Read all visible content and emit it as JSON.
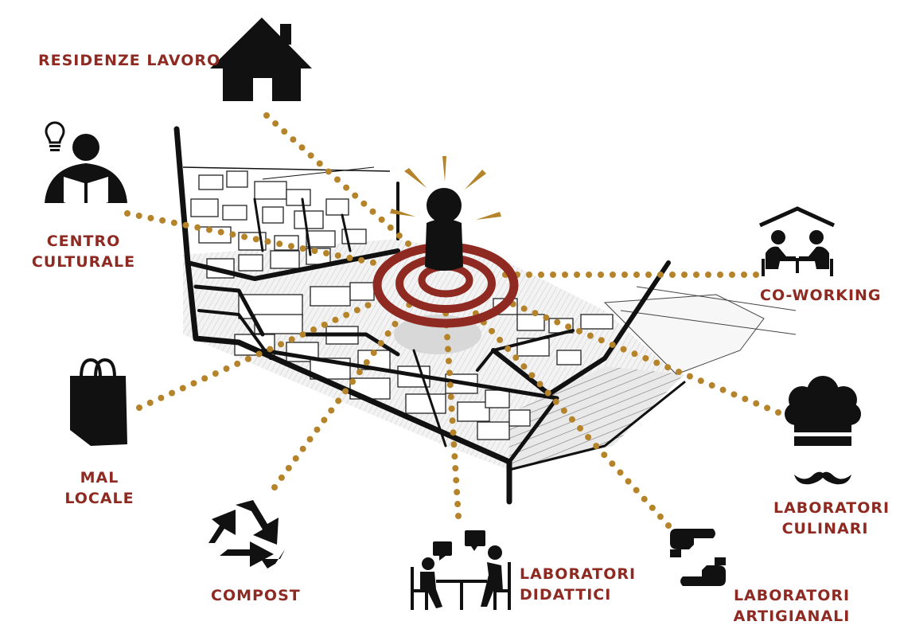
{
  "labels": {
    "residenze": "RESIDENZE LAVORO",
    "centro_line1": "CENTRO",
    "centro_line2": "CULTURALE",
    "coworking": "CO-WORKING",
    "mal_line1": "MAL",
    "mal_line2": "LOCALE",
    "compost": "COMPOST",
    "didattici_line1": "LABORATORI",
    "didattici_line2": "DIDATTICI",
    "culinari_line1": "LABORATORI",
    "culinari_line2": "CULINARI",
    "artigianali_line1": "LABORATORI",
    "artigianali_line2": "ARTIGIANALI"
  },
  "colors": {
    "label": "#8e2a22",
    "connector_dots": "#b5842a",
    "target_rings": "#8e2a22",
    "icons": "#111111"
  },
  "icons": [
    "house-icon",
    "reader-lightbulb-icon",
    "coworking-icon",
    "shopping-bag-icon",
    "recycle-icon",
    "meeting-icon",
    "chef-icon",
    "hands-frame-icon",
    "person-target-icon"
  ]
}
